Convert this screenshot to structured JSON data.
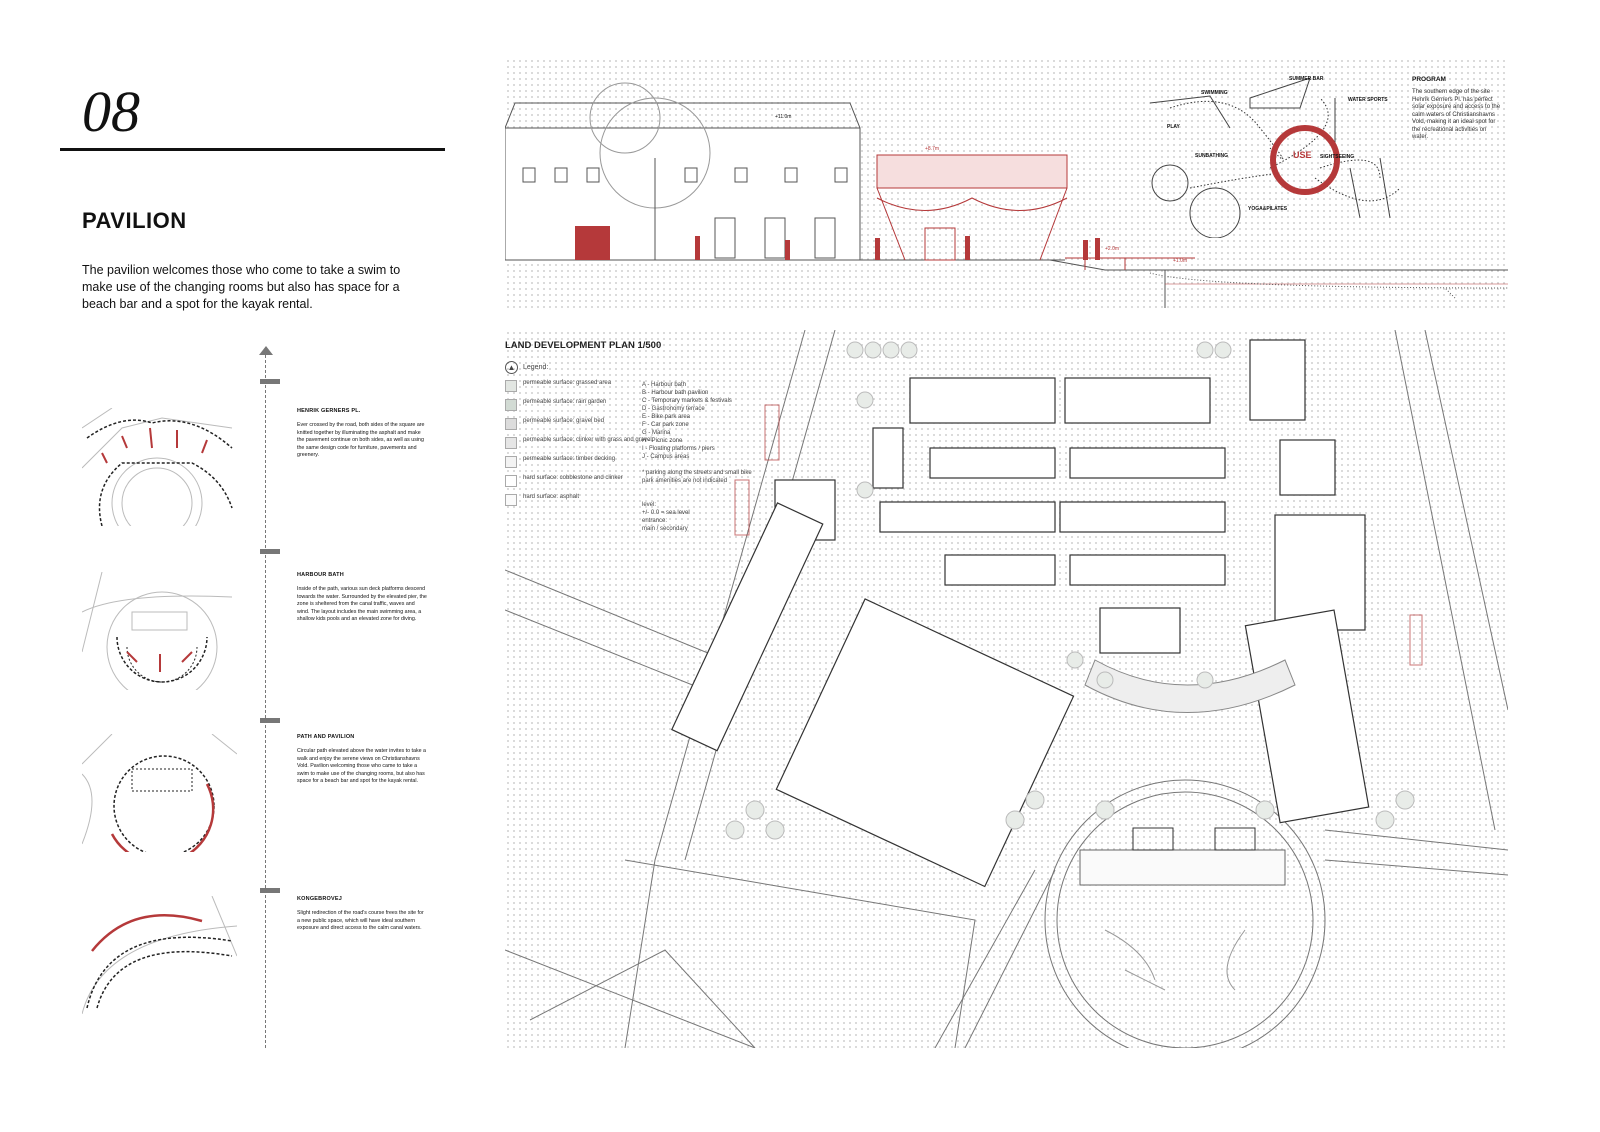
{
  "page": {
    "number": "08",
    "title": "PAVILION",
    "intro": "The pavilion welcomes those who come to take a swim to make use of the changing rooms but also has space for a beach bar and a spot for the kayak rental."
  },
  "steps": [
    {
      "title": "HENRIK GERNERS PL.",
      "text": "Ever crossed by the road, both sides of the square are knitted together by illuminating the asphalt and make the pavement continue on both sides, as well as using the same design code for furniture, pavements and greenery."
    },
    {
      "title": "HARBOUR BATH",
      "text": "Inside of the path, various sun deck platforms descend towards the water. Surrounded by the elevated pier, the zone is sheltered from the canal traffic, waves and wind. The layout includes the main swimming area, a shallow kids pools and an elevated zone for diving."
    },
    {
      "title": "PATH AND PAVILION",
      "text": "Circular path elevated above the water invites to take a walk and enjoy the serene views on Christianshavns Vold. Pavilion welcoming those who came to take a swim to make use of the changing rooms, but also has space for a beach bar and spot for the kayak rental."
    },
    {
      "title": "KONGEBROVEJ",
      "text": "Slight redirection of the road's course frees the site for a new public space, which will have ideal southern exposure and direct access to the calm canal waters."
    }
  ],
  "section": {
    "levels": [
      "+11.0m",
      "+8.7m",
      "+2.0m",
      "+1.0m"
    ]
  },
  "program": {
    "title": "PROGRAM",
    "text": "The southern edge of the site Henrik Gerners Pl. has perfect solar exposure and access to the calm waters of Christianshavns Vold, making it an ideal spot for the recreational activities on water.",
    "labels": {
      "swimming": "SWIMMING",
      "summer_bar": "SUMMER BAR",
      "water_sports": "WATER SPORTS",
      "play": "PLAY",
      "sunbathing": "SUNBATHING",
      "use": "USE",
      "sightseeing": "SIGHTSEEING",
      "yoga": "YOGA&PILATES"
    }
  },
  "plan": {
    "title": "LAND DEVELOPMENT PLAN 1/500",
    "legend_label": "Legend:",
    "surfaces": [
      {
        "label": "permeable surface: grassed area",
        "color": "#e2e6e2"
      },
      {
        "label": "permeable surface: rain garden",
        "color": "#d2dbd4"
      },
      {
        "label": "permeable surface: gravel bed",
        "color": "#dcdcdc"
      },
      {
        "label": "permeable surface: clinker with grass and gravel",
        "color": "#e6e6e6"
      },
      {
        "label": "permeable surface: timber decking",
        "color": "#f3f3f3"
      },
      {
        "label": "hard surface: cobblestone and clinker",
        "color": "#ffffff"
      },
      {
        "label": "hard surface: asphalt",
        "color": "#fafafa"
      }
    ],
    "zones": [
      "A - Harbour bath",
      "B - Harbour bath pavilion",
      "C - Temporary markets & festivals",
      "D - Gastronomy terrace",
      "E - Bike park area",
      "F - Car park zone",
      "G - Marina",
      "H - Picnic zone",
      "I - Floating platforms / piers",
      "J - Campus areas"
    ],
    "note": "* parking along the streets and small bike park amenities are not indicated",
    "level_label": "level:",
    "level_value": "+/- 0.0 = sea level",
    "entrance_label": "entrance:",
    "entrance_value": "main / secondary"
  },
  "colors": {
    "accent": "#b5393a",
    "line": "#555555"
  }
}
